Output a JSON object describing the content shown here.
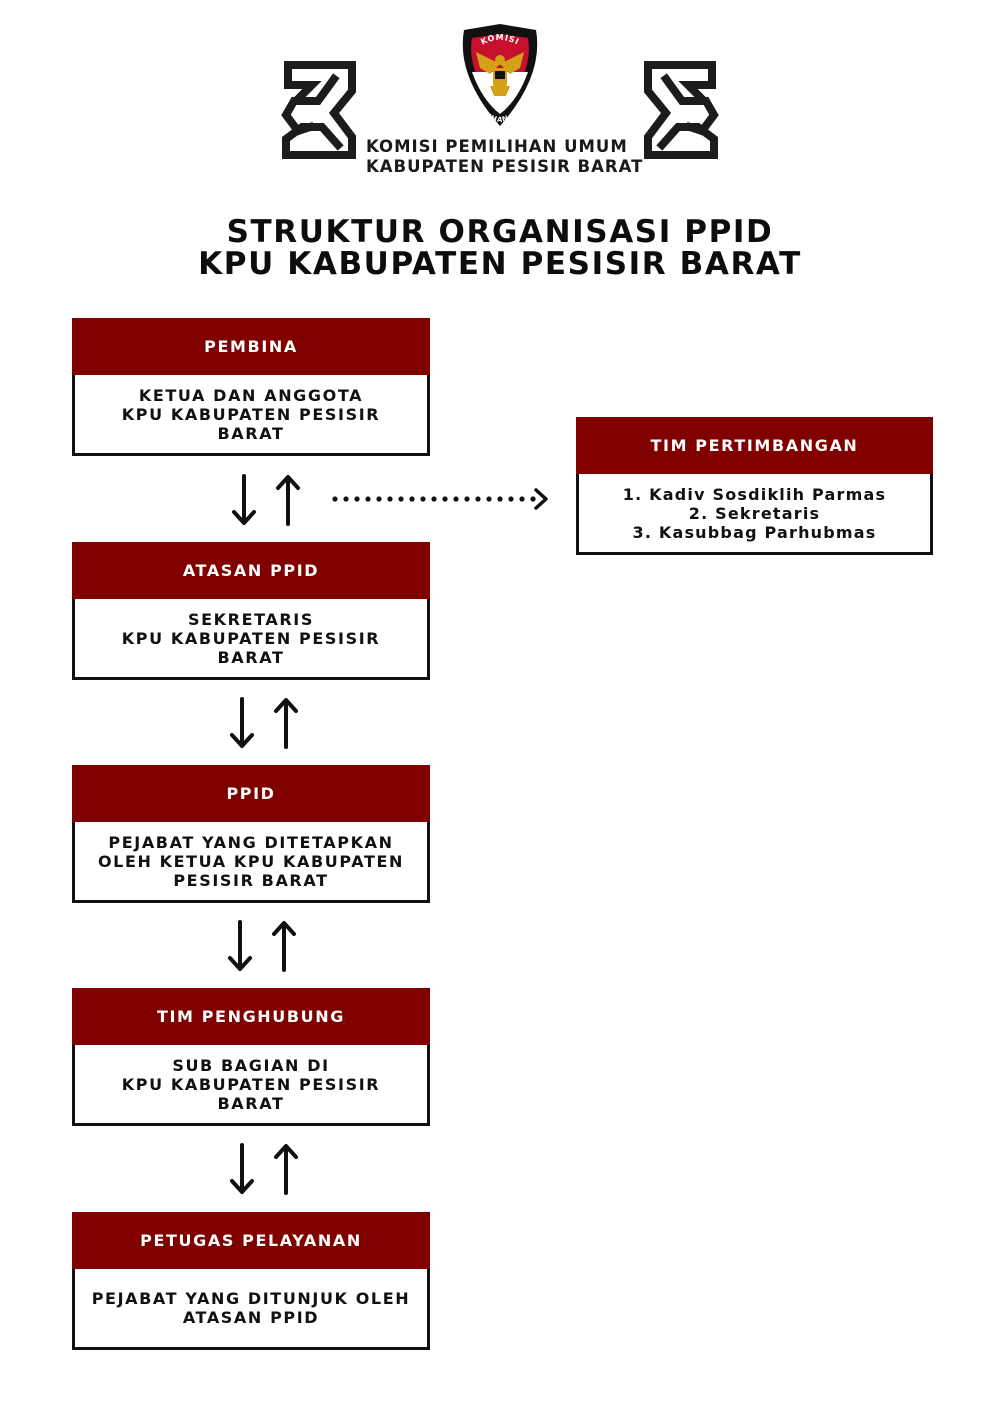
{
  "header": {
    "org_name_line1": "KOMISI PEMILIHAN UMUM",
    "org_name_line2": "KABUPATEN PESISIR BARAT",
    "logo": {
      "name": "kpu-emblem",
      "text_top": "KOMISI",
      "text_bottom": "PEMILIHAN UMUM",
      "colors": {
        "red": "#c8102e",
        "gold": "#d4a017",
        "dark": "#111111"
      }
    },
    "ornament": "siger-ornament"
  },
  "title": {
    "line1": "STRUKTUR ORGANISASI PPID",
    "line2": "KPU KABUPATEN PESISIR BARAT"
  },
  "colors": {
    "header_fill": "#800000",
    "border": "#111111"
  },
  "boxes": [
    {
      "id": "pembina",
      "title": "PEMBINA",
      "lines": [
        "KETUA DAN ANGGOTA",
        "KPU KABUPATEN PESISIR",
        "BARAT"
      ]
    },
    {
      "id": "atasan-ppid",
      "title": "ATASAN PPID",
      "lines": [
        "SEKRETARIS",
        "KPU KABUPATEN PESISIR",
        "BARAT"
      ]
    },
    {
      "id": "ppid",
      "title": "PPID",
      "lines": [
        "PEJABAT YANG DITETAPKAN",
        "OLEH KETUA KPU KABUPATEN",
        "PESISIR BARAT"
      ]
    },
    {
      "id": "tim-penghubung",
      "title": "TIM PENGHUBUNG",
      "lines": [
        "SUB BAGIAN DI",
        "KPU KABUPATEN PESISIR",
        "BARAT"
      ]
    },
    {
      "id": "petugas-pelayanan",
      "title": "PETUGAS PELAYANAN",
      "lines": [
        "PEJABAT YANG DITUNJUK OLEH",
        "ATASAN PPID"
      ]
    }
  ],
  "side_box": {
    "title": "TIM PERTIMBANGAN",
    "lines": [
      "1. Kadiv Sosdiklih Parmas",
      "2. Sekretaris",
      "3. Kasubbag Parhubmas"
    ]
  }
}
